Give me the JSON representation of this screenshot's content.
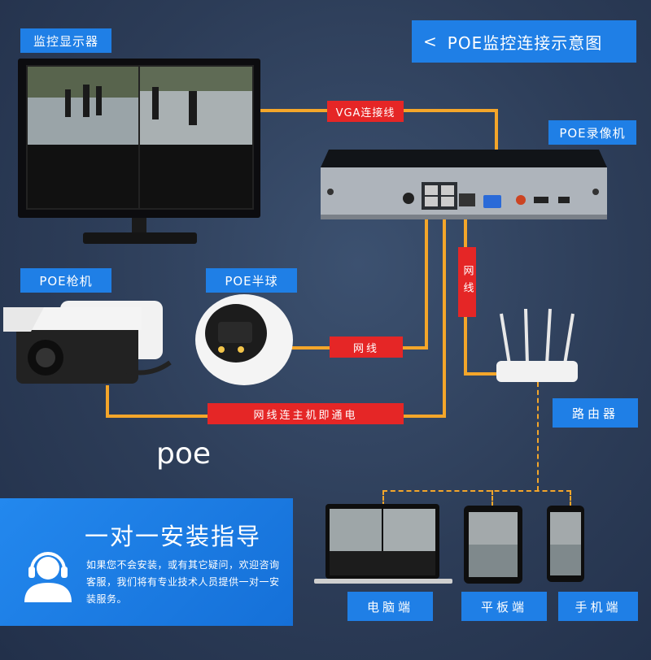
{
  "header": {
    "back_arrow": "<",
    "title": "POE监控连接示意图"
  },
  "devices": {
    "monitor": "监控显示器",
    "nvr": "POE录像机",
    "bullet_cam": "POE枪机",
    "dome_cam": "POE半球",
    "router": "路由器",
    "pc": "电脑端",
    "tablet": "平板端",
    "phone": "手机端"
  },
  "cables": {
    "vga": "VGA连接线",
    "network_vertical": "网线",
    "network_dome": "网线",
    "network_power": "网线连主机即通电"
  },
  "poe_caption": "poe",
  "guide": {
    "title": "一对一安装指导",
    "text": "如果您不会安装，或有其它疑问，欢迎咨询客服，我们将有专业技术人员提供一对一安装服务。"
  },
  "colors": {
    "label_blue": "#1f7fe6",
    "label_red": "#e52626",
    "wire": "#f4a62a",
    "background": "#2c3c57"
  }
}
